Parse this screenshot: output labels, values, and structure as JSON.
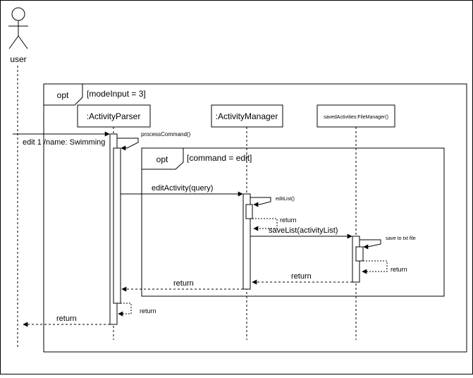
{
  "actor": {
    "label": "user"
  },
  "participants": {
    "parser": ":ActivityParser",
    "manager": ":ActivityManager",
    "file_manager": "savedActivities:FileManager()"
  },
  "fragments": {
    "outer": {
      "operator": "opt",
      "guard": "[modeInput = 3]"
    },
    "inner": {
      "operator": "opt",
      "guard": "[command = edit]"
    }
  },
  "messages": {
    "user_call": "edit 1 /name: Swimming",
    "process_command": "processCommand()",
    "edit_activity": "editActivity(query)",
    "edit_list": "editList()",
    "edit_list_return": "return",
    "save_list": "saveList(activityList)",
    "save_to_file": "save to txt file",
    "save_file_return": "return",
    "file_manager_return": "return",
    "manager_return": "return",
    "process_return": "return",
    "parser_return": "return"
  },
  "colors": {
    "line": "#000000",
    "background": "#ffffff"
  }
}
